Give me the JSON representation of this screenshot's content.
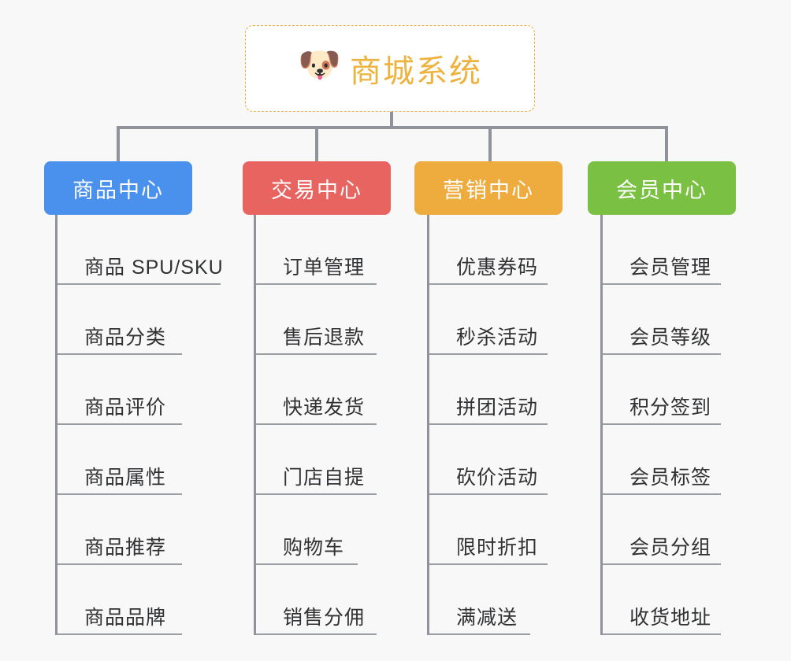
{
  "root": {
    "icon": "dog-face-emoji",
    "icon_glyph": "🐶",
    "title": "商城系统",
    "title_color": "#eeb33f",
    "border_color": "#eaa93e",
    "background": "#ffffff"
  },
  "theme": {
    "page_background": "#f8f8f8",
    "connector_color": "#909399",
    "leaf_text_color": "#303133",
    "leaf_rule_color": "#9b9ea3"
  },
  "categories": [
    {
      "label": "商品中心",
      "color": "#4a90ed",
      "items": [
        "商品 SPU/SKU",
        "商品分类",
        "商品评价",
        "商品属性",
        "商品推荐",
        "商品品牌"
      ]
    },
    {
      "label": "交易中心",
      "color": "#e86461",
      "items": [
        "订单管理",
        "售后退款",
        "快递发货",
        "门店自提",
        "购物车",
        "销售分佣"
      ]
    },
    {
      "label": "营销中心",
      "color": "#eeab3e",
      "items": [
        "优惠券码",
        "秒杀活动",
        "拼团活动",
        "砍价活动",
        "限时折扣",
        "满减送"
      ]
    },
    {
      "label": "会员中心",
      "color": "#7ac143",
      "items": [
        "会员管理",
        "会员等级",
        "积分签到",
        "会员标签",
        "会员分组",
        "收货地址"
      ]
    }
  ]
}
